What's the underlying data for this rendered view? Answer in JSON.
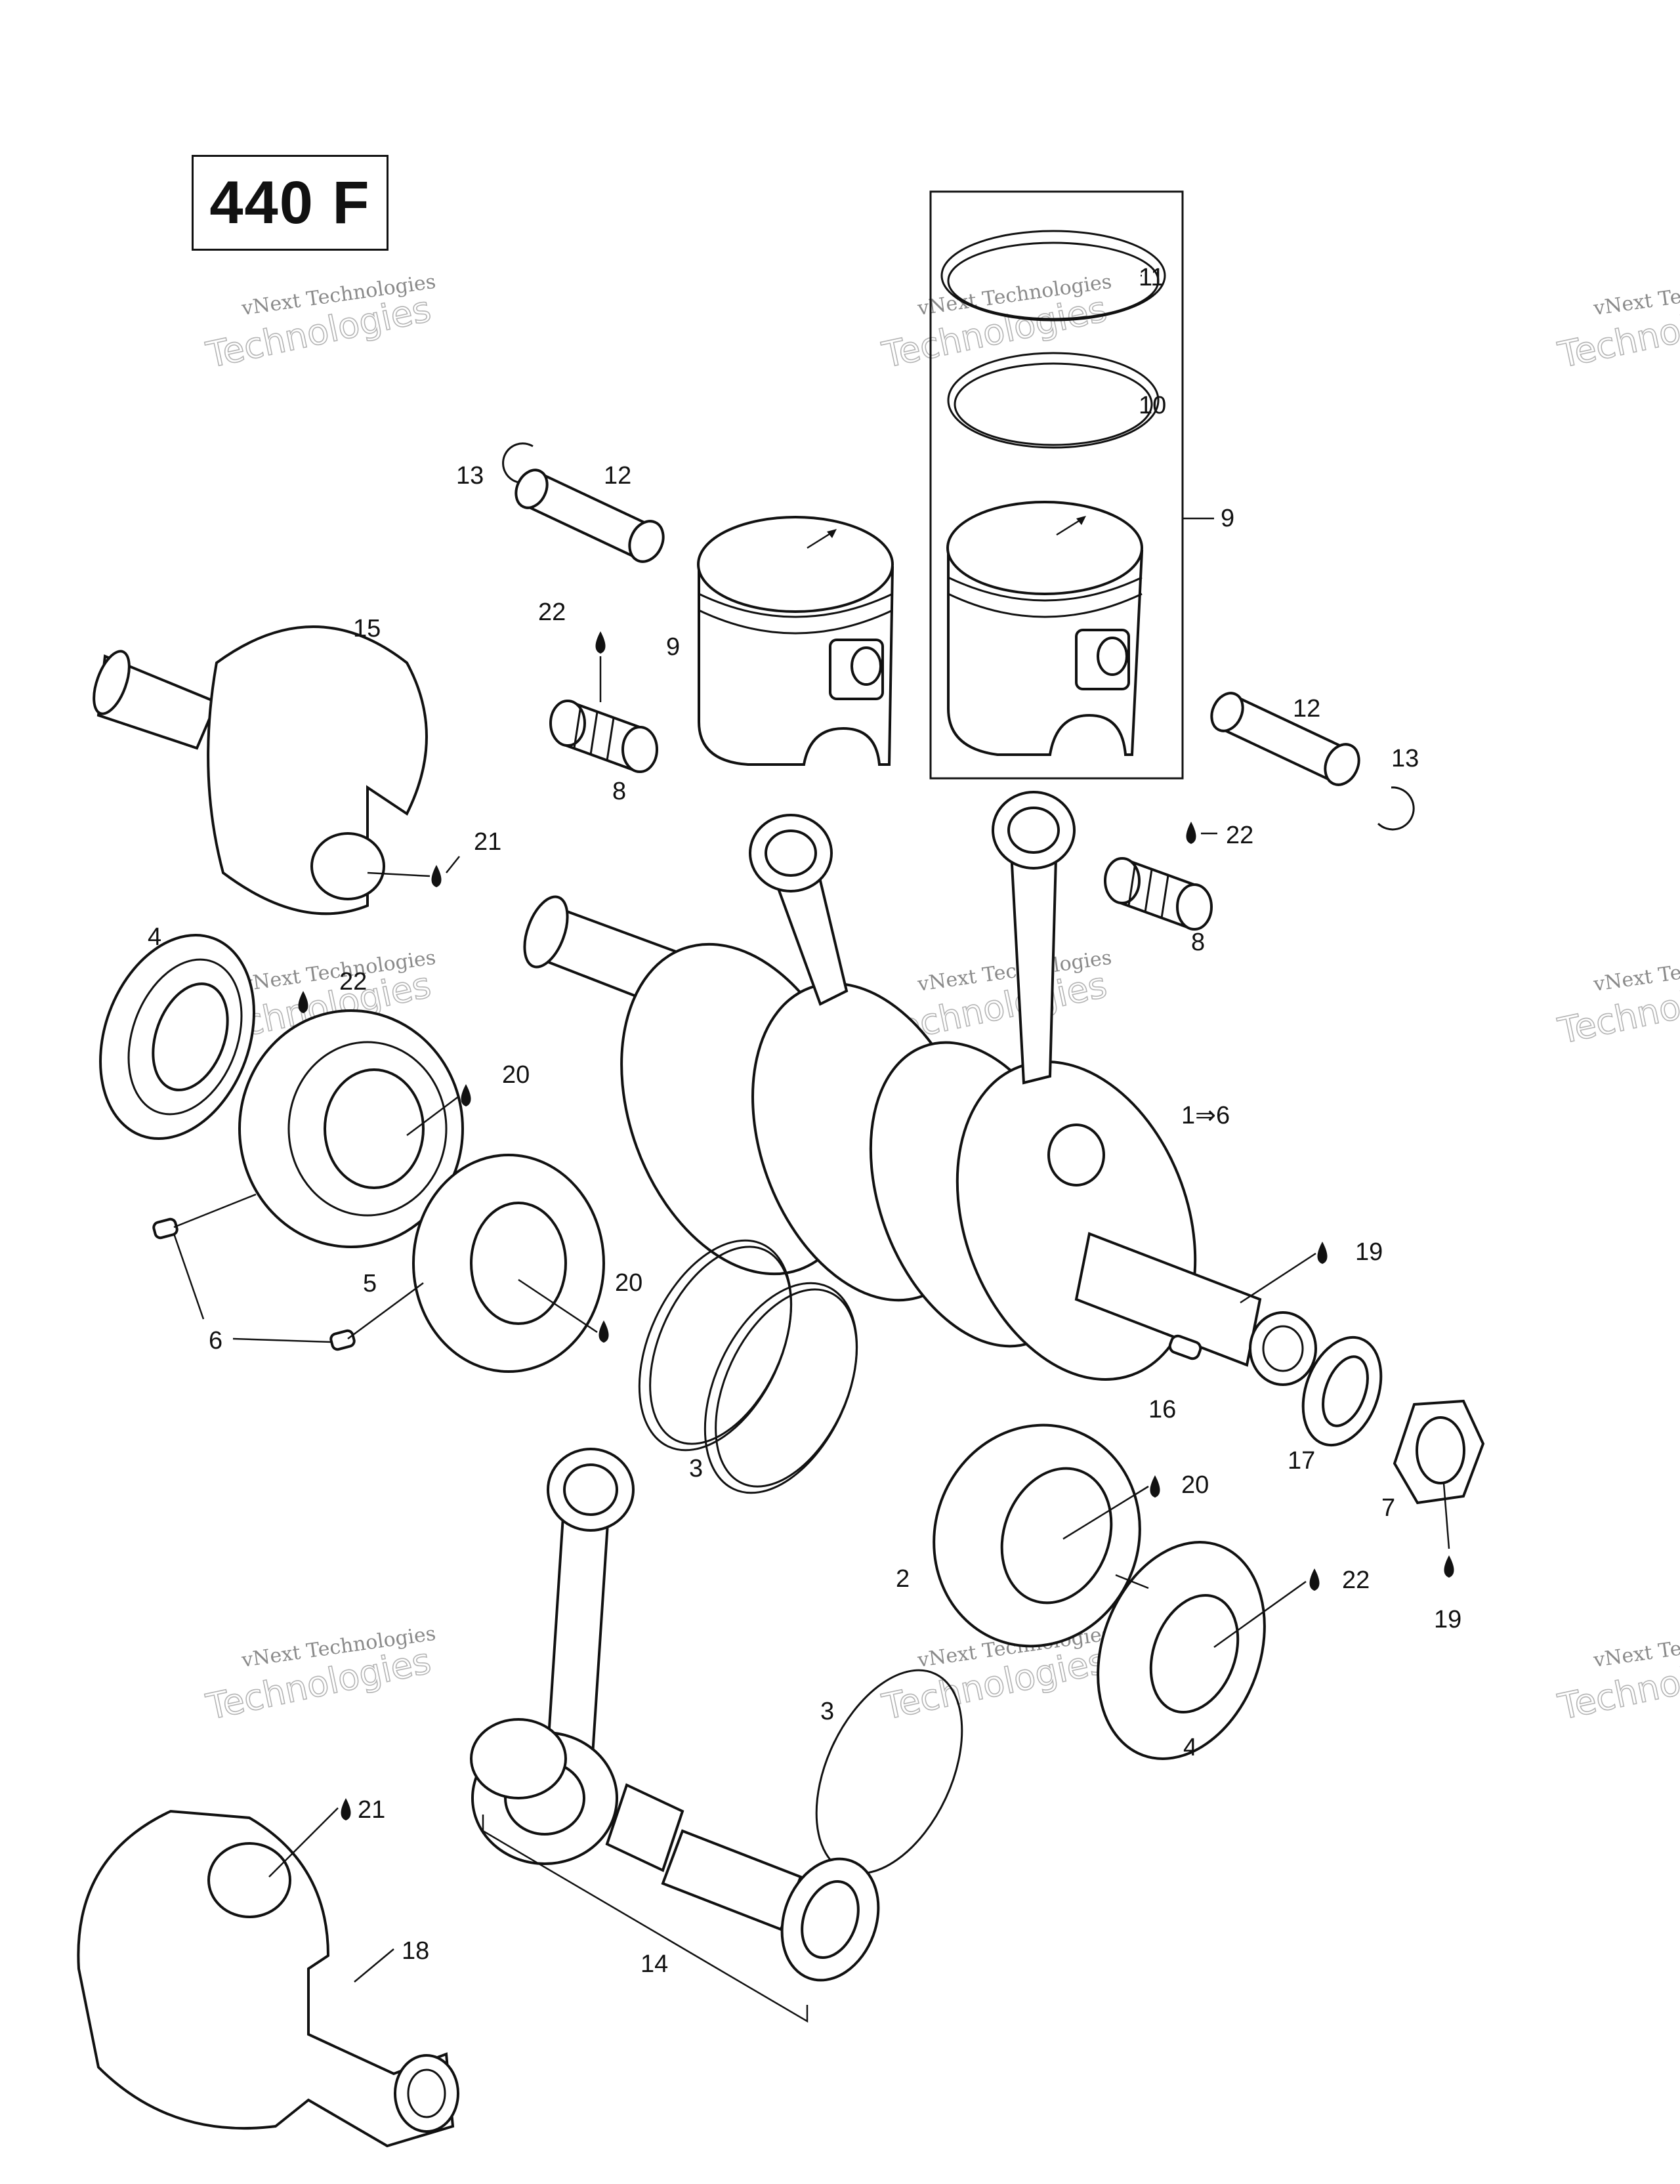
{
  "header": {
    "model_label": "440 F"
  },
  "watermark": {
    "brand_line": "vNext Technologies",
    "big_line": "Technologies",
    "small_top": "vNext"
  },
  "callouts": {
    "c11": "11",
    "c10": "10",
    "c9a": "9",
    "c9b": "9",
    "c13a": "13",
    "c12a": "12",
    "c22a": "22",
    "c8a": "8",
    "c12b": "12",
    "c13b": "13",
    "c15": "15",
    "c21a": "21",
    "c22b": "22",
    "c8b": "8",
    "c4a": "4",
    "c22c": "22",
    "c20a": "20",
    "c16range": "1⇒6",
    "c5": "5",
    "c20b": "20",
    "c6": "6",
    "c19a": "19",
    "c3a": "3",
    "c16": "16",
    "c17": "17",
    "c7": "7",
    "c20c": "20",
    "c2": "2",
    "c22d": "22",
    "c19b": "19",
    "c3b": "3",
    "c4b": "4",
    "c21b": "21",
    "c18": "18",
    "c14": "14"
  }
}
